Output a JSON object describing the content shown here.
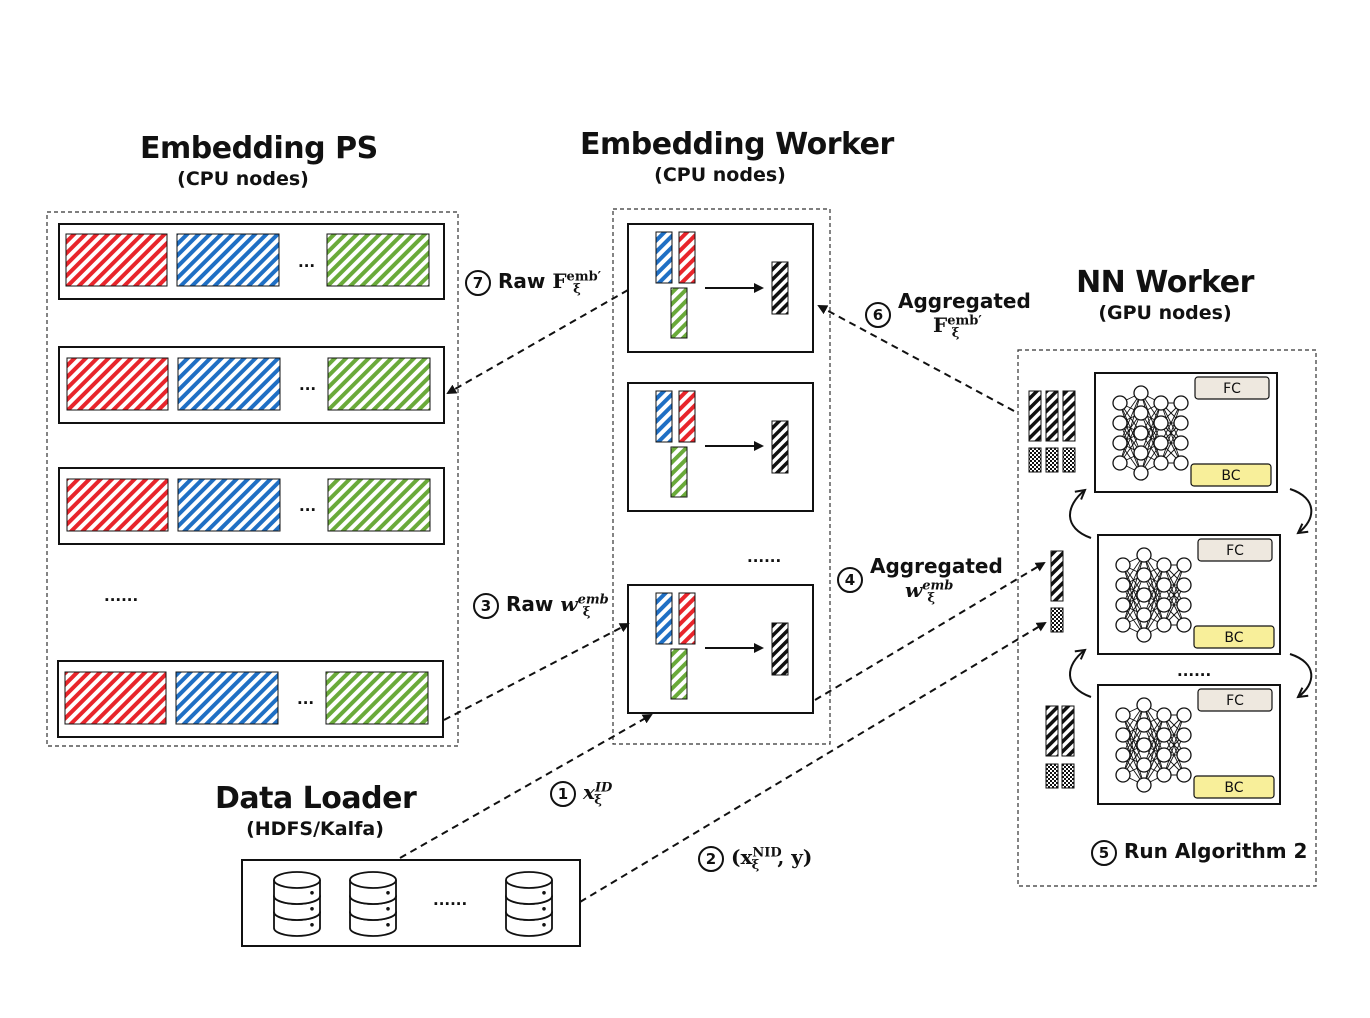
{
  "sections": {
    "embedding_ps": {
      "title": "Embedding PS",
      "subtitle": "(CPU nodes)"
    },
    "embedding_worker": {
      "title": "Embedding Worker",
      "subtitle": "(CPU nodes)"
    },
    "nn_worker": {
      "title": "NN Worker",
      "subtitle": "(GPU nodes)"
    },
    "data_loader": {
      "title": "Data Loader",
      "subtitle": "(HDFS/Kalfa)"
    }
  },
  "steps": {
    "s1": {
      "num": "1",
      "base": "x",
      "sup": "ID",
      "sub": "ξ"
    },
    "s2": {
      "num": "2",
      "open": "(x",
      "sup": "NID",
      "sub": "ξ",
      "close": ", y)"
    },
    "s3": {
      "num": "3",
      "prefix": "Raw ",
      "base": "w",
      "sup": "emb",
      "sub": "ξ"
    },
    "s4": {
      "num": "4",
      "prefix": "Aggregated",
      "base": "w",
      "sup": "emb",
      "sub": "ξ"
    },
    "s5": {
      "num": "5",
      "text": "Run Algorithm 2"
    },
    "s6": {
      "num": "6",
      "prefix": "Aggregated",
      "base": "F",
      "sup": "emb′",
      "sub": "ξ"
    },
    "s7": {
      "num": "7",
      "prefix": "Raw ",
      "base": "F",
      "sup": "emb′",
      "sub": "ξ"
    }
  },
  "nn_labels": {
    "fc": "FC",
    "bc": "BC"
  },
  "ellipsis": {
    "short": "...",
    "long": "......"
  },
  "colors": {
    "red": "#e8252b",
    "blue": "#1f6fc4",
    "green": "#6aaa3a",
    "black": "#111111",
    "fc_fill": "#eee8df",
    "bc_fill": "#f8ef9a"
  }
}
